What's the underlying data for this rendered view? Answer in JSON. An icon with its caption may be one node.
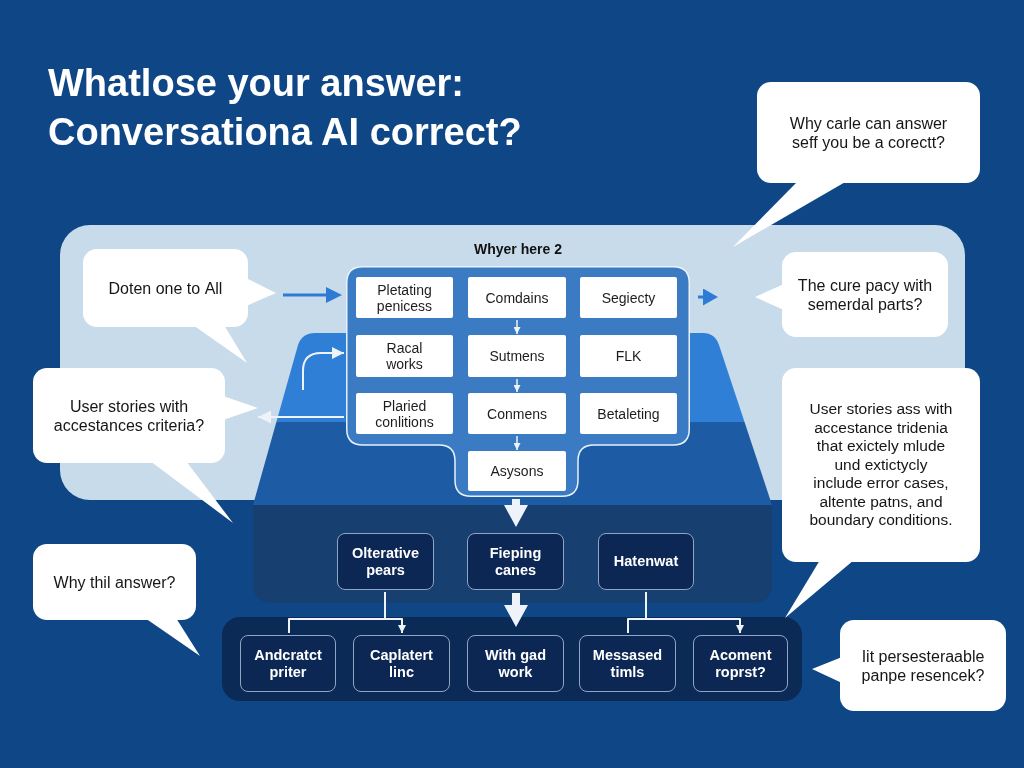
{
  "diagram": {
    "title": "Whatlose your answer: Conversationa AI correct?",
    "nodes": [
      {
        "text": [
          "Why carle can answer seff you be a corectt?"
        ]
      },
      {
        "text": [
          "Doten one to All"
        ]
      },
      {
        "text": [
          "Whyer here 2"
        ]
      },
      {
        "text": [
          "Pletating penicess"
        ],
        "in": 2
      },
      {
        "text": [
          "Comdains"
        ],
        "in": 2
      },
      {
        "text": [
          "Segiecty"
        ],
        "in": 2
      },
      {
        "text": [
          "Racal works"
        ],
        "in": 2
      },
      {
        "text": [
          "Sutmens"
        ],
        "in": 2
      },
      {
        "text": [
          "FLK"
        ],
        "in": 2
      },
      {
        "text": [
          "Plaried conlitions"
        ],
        "in": 2
      },
      {
        "text": [
          "Conmens"
        ],
        "in": 2
      },
      {
        "text": [
          "Betaleting"
        ],
        "in": 2
      },
      {
        "text": [
          "Asysons"
        ],
        "in": 2
      },
      {
        "text": [
          "The cure pacy with semerdal parts?"
        ]
      },
      {
        "text": [
          "User stories with accestances criteria?"
        ]
      },
      {
        "text": [
          "User stories ass with accestance tridenia that exictely mlude und extictycly include error cases, altente patns, and boundary conditions."
        ]
      },
      {
        "text": [
          "Olterative pears"
        ]
      },
      {
        "text": [
          "Fieping canes"
        ]
      },
      {
        "text": [
          "Hatenwat"
        ]
      },
      {
        "text": [
          "Why thil answer?"
        ]
      },
      {
        "text": [
          "Andcratct priter"
        ]
      },
      {
        "text": [
          "Caplatert linc"
        ]
      },
      {
        "text": [
          "With gad work"
        ]
      },
      {
        "text": [
          "Messased timls"
        ]
      },
      {
        "text": [
          "Acoment roprst?"
        ]
      },
      {
        "text": [
          "Iit persesteraable panpe resencek?"
        ]
      }
    ],
    "edges": [
      {
        "from": 1,
        "to": 2,
        "arrow": "to",
        "color": "#2e7bd6"
      },
      {
        "from": null,
        "to": 6,
        "arrow": "to"
      },
      {
        "from": 2,
        "to": 14,
        "arrow": "to"
      },
      {
        "from": 2,
        "to": 13,
        "arrow": "to",
        "color": "#2e7bd6"
      },
      {
        "from": 4,
        "to": 7,
        "arrow": "to"
      },
      {
        "from": 7,
        "to": 10,
        "arrow": "to"
      },
      {
        "from": 10,
        "to": 12,
        "arrow": "to"
      },
      {
        "from": 12,
        "to": 17,
        "arrow": "to",
        "style": "thick"
      },
      {
        "from": 17,
        "to": 22,
        "arrow": "to",
        "style": "thick"
      },
      {
        "from": 16,
        "to": 20,
        "arrow": "none"
      },
      {
        "from": 16,
        "to": 21,
        "arrow": "to"
      },
      {
        "from": 18,
        "to": 23,
        "arrow": "none"
      },
      {
        "from": 18,
        "to": 24,
        "arrow": "to"
      }
    ]
  }
}
